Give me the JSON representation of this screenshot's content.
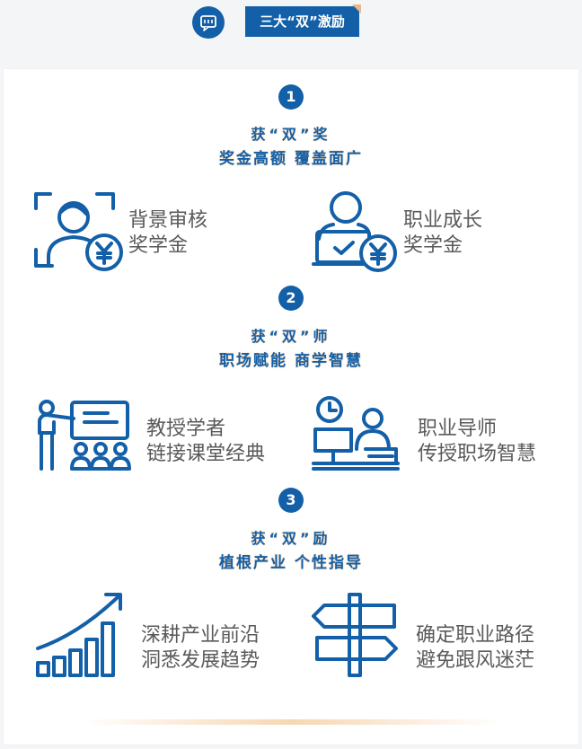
{
  "header": {
    "title": "三大“双”激励",
    "chat_icon": "chat-bubble-icon"
  },
  "colors": {
    "primary": "#1360a8",
    "accent": "#e8b78a",
    "text": "#5a5a5a"
  },
  "sections": [
    {
      "number": "1",
      "title": "获“双”奖",
      "subtitle": "奖金高额 覆盖面广",
      "items": [
        {
          "icon": "person-scan-yen-icon",
          "line1": "背景审核",
          "line2": "奖学金"
        },
        {
          "icon": "person-laptop-yen-icon",
          "line1": "职业成长",
          "line2": "奖学金"
        }
      ]
    },
    {
      "number": "2",
      "title": "获“双”师",
      "subtitle": "职场赋能 商学智慧",
      "items": [
        {
          "icon": "teacher-board-icon",
          "line1": "教授学者",
          "line2": "链接课堂经典"
        },
        {
          "icon": "mentor-desk-clock-icon",
          "line1": "职业导师",
          "line2": "传授职场智慧"
        }
      ]
    },
    {
      "number": "3",
      "title": "获“双”励",
      "subtitle": "植根产业 个性指导",
      "items": [
        {
          "icon": "growth-chart-icon",
          "line1": "深耕产业前沿",
          "line2": "洞悉发展趋势"
        },
        {
          "icon": "signpost-icon",
          "line1": "确定职业路径",
          "line2": "避免跟风迷茫"
        }
      ]
    }
  ]
}
